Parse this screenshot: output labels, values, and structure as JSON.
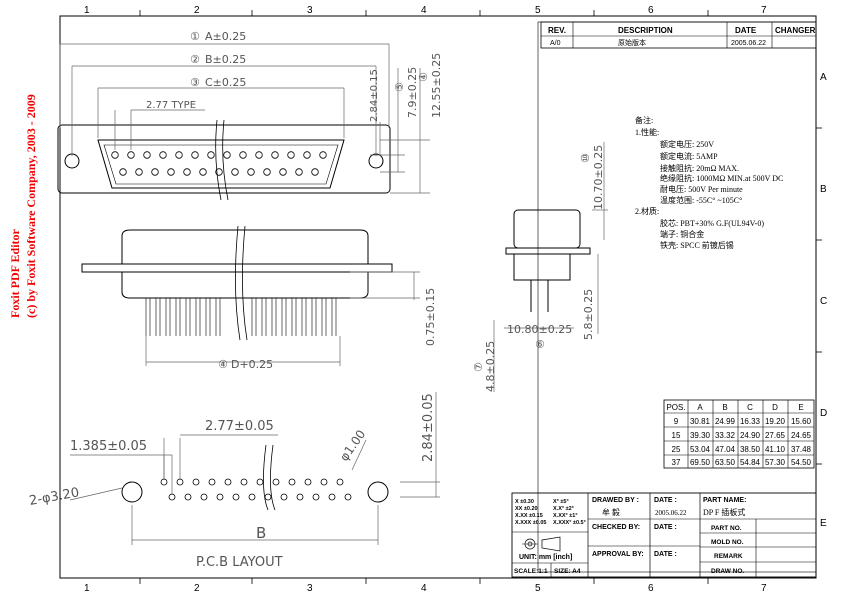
{
  "watermark": {
    "line1": "Foxit PDF Editor",
    "line2": "(c) by Foxit Software Company, 2003 - 2009"
  },
  "frame": {
    "cols_top": [
      "1",
      "2",
      "3",
      "4",
      "5",
      "6",
      "7"
    ],
    "cols_bottom": [
      "1",
      "2",
      "3",
      "4",
      "5",
      "6",
      "7"
    ],
    "rows": [
      "A",
      "B",
      "C",
      "D",
      "E"
    ]
  },
  "revision": {
    "headers": [
      "REV.",
      "DESCRIPTION",
      "DATE",
      "CHANGER"
    ],
    "rows": [
      [
        "A/0",
        "原始版本",
        "2005.06.22",
        ""
      ]
    ]
  },
  "dims": {
    "A": "A±0.25",
    "A_no": "①",
    "B": "B±0.25",
    "B_no": "②",
    "C": "C±0.25",
    "C_no": "③",
    "pitch_type": "2.77 TYPE",
    "d284": "2.84±0.15",
    "d79": "7.9±0.25",
    "d79_no": "⑤",
    "d1255": "12.55±0.25",
    "d1255_no": "④",
    "d1070": "10.70±0.25",
    "d1070_no": "⑩",
    "d075": "0.75±0.15",
    "D": "D+0.25",
    "D_no": "④",
    "d1080": "10.80±0.25",
    "d1080_no": "⑥",
    "d58": "5.8±0.25",
    "d48": "4.8±0.25",
    "d48_no": "⑦"
  },
  "notes": {
    "title": "备注:",
    "s1": "1.性能:",
    "items1": [
      "额定电压: 250V",
      "额定电流: 5AMP",
      "接触阻抗: 20mΩ MAX.",
      "绝缘阻抗: 1000MΩ MIN.at 500V DC",
      "耐电压: 500V Per minute",
      "温度范围: -55C° ~105C°"
    ],
    "s2": "2.材质:",
    "items2": [
      "胶芯: PBT+30% G.F(UL94V-0)",
      "端子: 铜合金",
      "铁壳: SPCC 前镀后锡"
    ]
  },
  "table": {
    "headers": [
      "POS.",
      "A",
      "B",
      "C",
      "D",
      "E"
    ],
    "rows": [
      [
        "9",
        "30.81",
        "24.99",
        "16.33",
        "19.20",
        "15.60"
      ],
      [
        "15",
        "39.30",
        "33.32",
        "24.90",
        "27.65",
        "24.65"
      ],
      [
        "25",
        "53.04",
        "47.04",
        "38.50",
        "41.10",
        "37.48"
      ],
      [
        "37",
        "69.50",
        "63.50",
        "54.84",
        "57.30",
        "54.50"
      ]
    ]
  },
  "pcb": {
    "d277": "2.77±0.05",
    "d1385": "1.385±0.05",
    "d320": "2-φ3.20",
    "d100": "φ1.00",
    "d284": "2.84±0.05",
    "B": "B",
    "title": "P.C.B LAYOUT"
  },
  "title_block": {
    "tol": [
      "X ±0.30",
      "XX ±0.20",
      "X.XX ±0.15",
      "X.XXX ±0.05"
    ],
    "ang": [
      "X° ±5°",
      "X.X° ±2°",
      "X.XX° ±1°",
      "X.XXX° ±0.5°"
    ],
    "unit": "UNIT: mm [inch]",
    "scale": "SCALE:1:1",
    "size": "SIZE: A4",
    "drawed_by": "DRAWED BY :",
    "drawer": "牟 毅",
    "checked_by": "CHECKED BY:",
    "approval_by": "APPROVAL BY:",
    "date": "DATE :",
    "date_val": "2005.06.22",
    "part_name": "PART NAME:",
    "part_val": "DP F 插板式",
    "part_no": "PART NO.",
    "mold_no": "MOLD NO.",
    "remark": "REMARK",
    "draw_no": "DRAW NO."
  }
}
